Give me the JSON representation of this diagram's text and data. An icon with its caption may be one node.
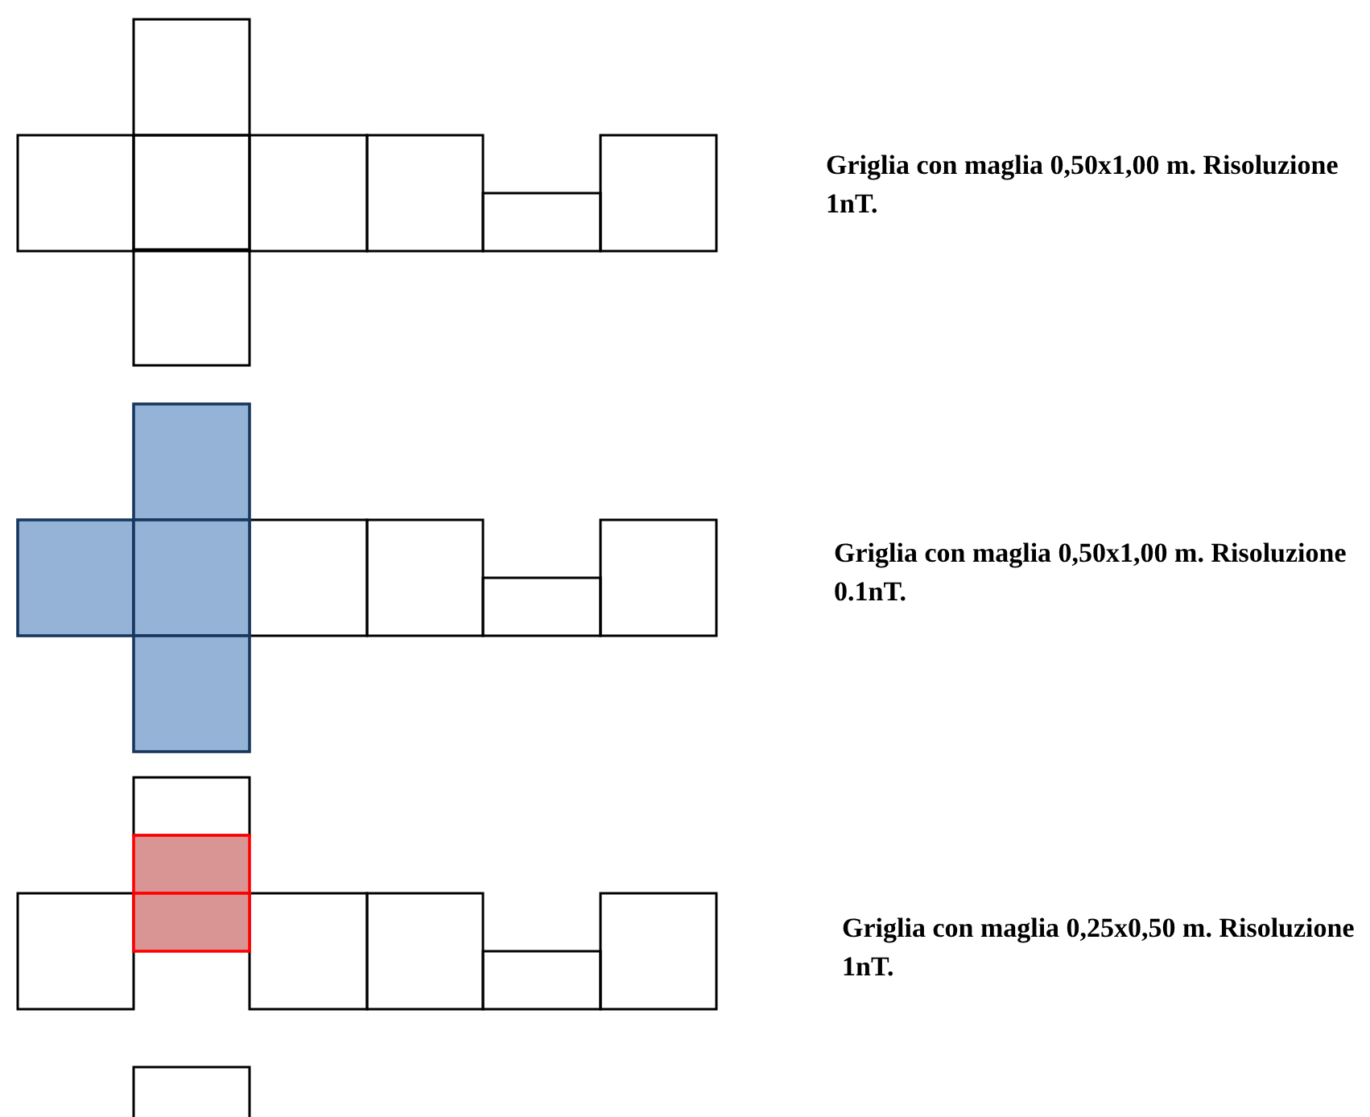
{
  "diagram": {
    "labels": [
      "Griglia con maglia 0,50x1,00 m. Risoluzione 1nT.",
      "Griglia con maglia 0,50x1,00 m. Risoluzione 0.1nT.",
      "Griglia con maglia 0,25x0,50 m. Risoluzione 1nT."
    ]
  }
}
